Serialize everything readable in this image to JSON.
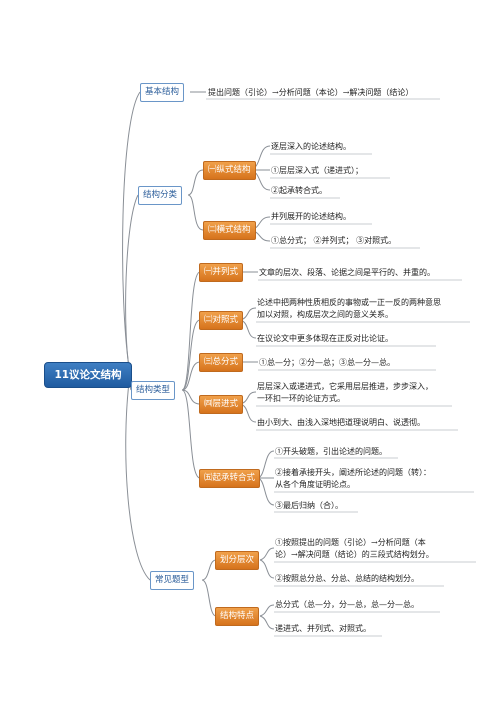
{
  "root": "11议论文结构",
  "branches": {
    "basic": {
      "label": "基本结构",
      "text": "提出问题（引论）→分析问题（本论）→解决问题（结论）"
    },
    "classify": {
      "label": "结构分类",
      "vertical": {
        "label": "㈠纵式结构",
        "l1": "逐层深入的论述结构。",
        "l2": "①层层深入式（递进式）；",
        "l3": "②起承转合式。"
      },
      "horizontal": {
        "label": "㈡横式结构",
        "l1": "并列展开的论述结构。",
        "l2": "①总分式；  ②并列式；  ③对照式。"
      }
    },
    "types": {
      "label": "结构类型",
      "parallel": {
        "label": "㈠并列式",
        "l1": "文章的层次、段落、论据之间是平行的、并重的。"
      },
      "contrast": {
        "label": "㈡对照式",
        "l1a": "论述中把两种性质相反的事物或一正一反的两种意思",
        "l1b": "加以对照，构成层次之间的意义关系。",
        "l2": "在议论文中更多体现在正反对比论证。"
      },
      "total": {
        "label": "㈢总分式",
        "l1": "①总—分；②分—总；③总—分—总。"
      },
      "progressive": {
        "label": "㈣层进式",
        "l1a": "层层深入或递进式，它采用层层推进，步步深入，",
        "l1b": "一环扣一环的论证方式。",
        "l2": "由小到大、由浅入深地把道理说明白、说透彻。"
      },
      "qcz": {
        "label": "㈤起承转合式",
        "l1": "①开头破题，引出论述的问题。",
        "l2a": "②接着承接开头，阐述所论述的问题（转）：",
        "l2b": "从各个角度证明论点。",
        "l3": "③最后归纳（合）。"
      }
    },
    "common": {
      "label": "常见题型",
      "division": {
        "label": "划分层次",
        "l1a": "①按照提出的问题（引论）→分析问题（本",
        "l1b": "论）→解决问题（结论）的三段式结构划分。",
        "l2": "②按照总分总、分总、总结的结构划分。"
      },
      "features": {
        "label": "结构特点",
        "l1": "总分式（总—分，分—总，总—分—总。",
        "l2": "递进式、并列式、对照式。"
      }
    }
  }
}
